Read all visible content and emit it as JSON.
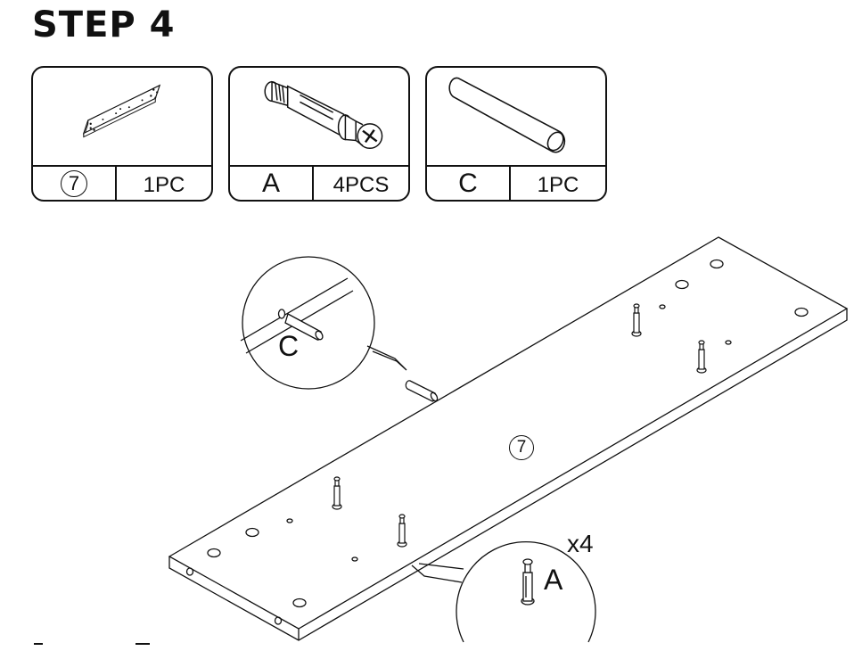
{
  "step_title": "STEP 4",
  "parts": [
    {
      "id": "7",
      "qty": "1PC",
      "icon": "panel-icon"
    },
    {
      "id": "A",
      "qty": "4PCS",
      "icon": "cam-bolt-icon"
    },
    {
      "id": "C",
      "qty": "1PC",
      "icon": "dowel-icon"
    }
  ],
  "diagram": {
    "panel_label": "7",
    "callout_c_label": "C",
    "callout_a_label": "A",
    "callout_a_count": "x4"
  }
}
